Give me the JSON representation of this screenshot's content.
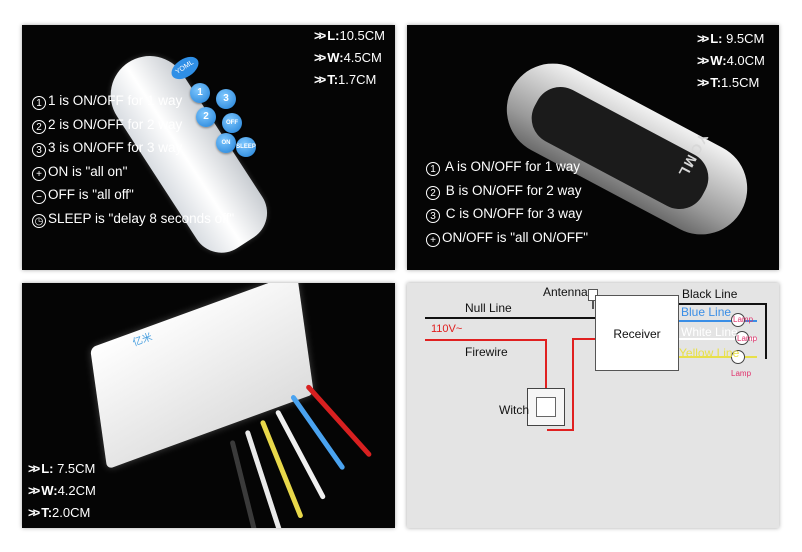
{
  "panel1": {
    "dims": [
      {
        "key": "L:",
        "value": "10.5CM"
      },
      {
        "key": "W:",
        "value": "4.5CM"
      },
      {
        "key": "T:",
        "value": "1.7CM"
      }
    ],
    "remote_logo": "YOML",
    "buttons": [
      "1",
      "2",
      "3",
      "OFF",
      "ON",
      "SLEEP"
    ],
    "features": [
      {
        "symbol": "1",
        "text": "1 is ON/OFF for 1 way"
      },
      {
        "symbol": "2",
        "text": "2 is ON/OFF for 2 way"
      },
      {
        "symbol": "3",
        "text": "3 is ON/OFF for 3 way"
      },
      {
        "symbol": "+",
        "text": "ON is \"all on\""
      },
      {
        "symbol": "−",
        "text": "OFF is \"all off\""
      },
      {
        "symbol": "◷",
        "text": "SLEEP is \"delay 8 seconds off\""
      }
    ]
  },
  "panel2": {
    "dims": [
      {
        "key": "L:",
        "value": "9.5CM"
      },
      {
        "key": "W:",
        "value": "4.0CM"
      },
      {
        "key": "T:",
        "value": "1.5CM"
      }
    ],
    "remote_logo": "YOML",
    "features": [
      {
        "symbol": "1",
        "text": "A is ON/OFF for 1 way"
      },
      {
        "symbol": "2",
        "text": "B is ON/OFF for 2 way"
      },
      {
        "symbol": "3",
        "text": "C is ON/OFF for 3 way"
      },
      {
        "symbol": "+",
        "text": "ON/OFF is \"all ON/OFF\""
      }
    ]
  },
  "panel3": {
    "dims": [
      {
        "key": "L:",
        "value": "7.5CM"
      },
      {
        "key": "W:",
        "value": "4.2CM"
      },
      {
        "key": "T:",
        "value": "2.0CM"
      }
    ],
    "box_logo": "亿米"
  },
  "panel4": {
    "antenna": "Antenna",
    "null_line": "Null Line",
    "voltage": "110V~",
    "firewire": "Firewire",
    "switch": "Witch",
    "receiver": "Receiver",
    "black_line": "Black Line",
    "blue_line": "Blue Line",
    "white_line": "White Line",
    "yellow_line": "Yellow Line",
    "lamp": "Lamp"
  },
  "colors": {
    "dark_bg": "#050505",
    "diagram_bg": "#e4e4e4",
    "button_blue": "#1f7fd6",
    "hot_wire": "#e02020",
    "blue_line": "#3a8ee6",
    "yellow_line": "#e8e04a",
    "lamp_text": "#e0306b"
  }
}
